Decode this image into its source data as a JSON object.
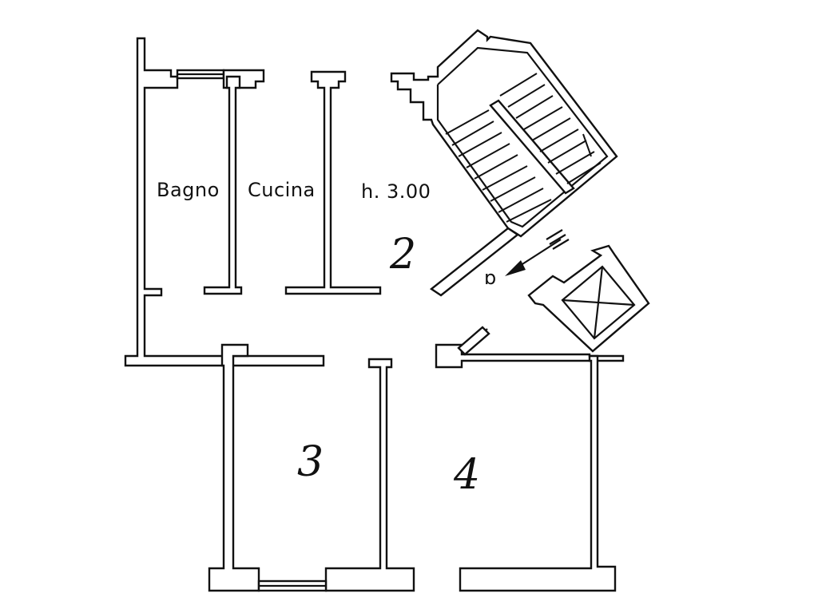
{
  "plan": {
    "rooms": [
      {
        "id": "bagno",
        "label": "Bagno"
      },
      {
        "id": "cucina",
        "label": "Cucina"
      },
      {
        "id": "height",
        "label": "h. 3.00"
      },
      {
        "id": "room2",
        "label": "2"
      },
      {
        "id": "room3",
        "label": "3"
      },
      {
        "id": "room4",
        "label": "4"
      }
    ],
    "entrance_mark": "ɒ"
  }
}
